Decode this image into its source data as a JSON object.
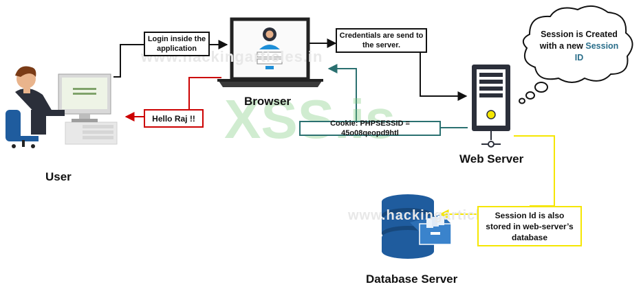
{
  "nodes": {
    "user": "User",
    "browser": "Browser",
    "web_server": "Web Server",
    "database_server": "Database Server"
  },
  "messages": {
    "login": "Login inside the application",
    "credentials": "Credentials are send to the server.",
    "hello": "Hello Raj !!",
    "cookie": "Cookie: PHPSESSID = 45o08qeopd9htl",
    "db_note": "Session Id is also stored in web-server’s database"
  },
  "thought_bubble": {
    "line1": "Session is Created",
    "line2_prefix": "with a new",
    "line2_highlight": "Session",
    "line3_highlight": "ID"
  },
  "watermarks": {
    "site": "www.hackingarticles.in",
    "brand": "XSS.is"
  },
  "colors": {
    "red_arrow": "#cc0000",
    "teal_arrow": "#2a7070",
    "yellow_line": "#f5e600",
    "db_blue": "#1f5c9e",
    "session_id_text": "#2a6e8a"
  },
  "icons": [
    "user-at-computer-icon",
    "laptop-icon",
    "server-tower-icon",
    "database-icon",
    "thought-bubble-icon"
  ]
}
